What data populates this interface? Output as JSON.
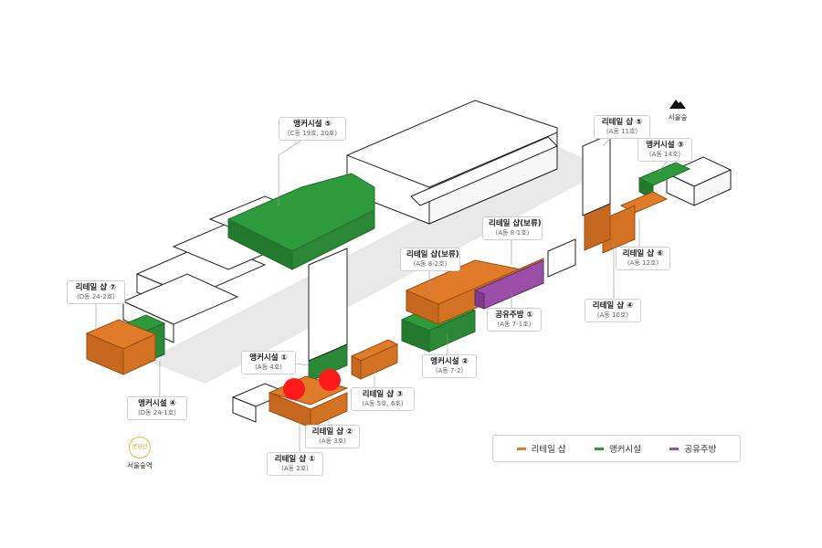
{
  "colors": {
    "retail": "#e07b2a",
    "anchor": "#2f9a3c",
    "kitchen": "#9b4ea8",
    "marker": "#ff1a1a"
  },
  "callouts": [
    {
      "title": "앵커시설 ⑤",
      "sub": "(C동 19호, 20호)"
    },
    {
      "title": "리테일 샵 ⑤",
      "sub": "(A동 11호)"
    },
    {
      "title": "앵커시설 ③",
      "sub": "(A동 14호)"
    },
    {
      "title": "리테일 샵(보류)",
      "sub": "(A동 8-1호)"
    },
    {
      "title": "리테일 샵(보류)",
      "sub": "(A동 8-2호)"
    },
    {
      "title": "리테일 샵 ⑥",
      "sub": "(A동 12호)"
    },
    {
      "title": "리테일 샵 ⑦",
      "sub": "(D동 24-2호)"
    },
    {
      "title": "공유주방 ①",
      "sub": "(A동 7-1호)"
    },
    {
      "title": "리테일 샵 ④",
      "sub": "(A동 10호)"
    },
    {
      "title": "앵커시설 ①",
      "sub": "(A동 4호)"
    },
    {
      "title": "앵커시설 ②",
      "sub": "(A동 7-2)"
    },
    {
      "title": "리테일 샵 ③",
      "sub": "(A동 5호, 6호)"
    },
    {
      "title": "앵커시설 ④",
      "sub": "(D동 24-1호)"
    },
    {
      "title": "리테일 샵 ②",
      "sub": "(A동 3호)"
    },
    {
      "title": "리테일 샵 ①",
      "sub": "(A동 2호)"
    }
  ],
  "legend": [
    {
      "label": "리테일 샵",
      "color": "#e07b2a"
    },
    {
      "label": "앵커시설",
      "color": "#2f9a3c"
    },
    {
      "label": "공유주방",
      "color": "#9b4ea8"
    }
  ],
  "landmarks": {
    "station_badge": "분당선",
    "station_name": "서울숲역",
    "park_name": "서울숲"
  },
  "icons": [
    "mountain-icon",
    "subway-icon",
    "location-marker-icon"
  ]
}
